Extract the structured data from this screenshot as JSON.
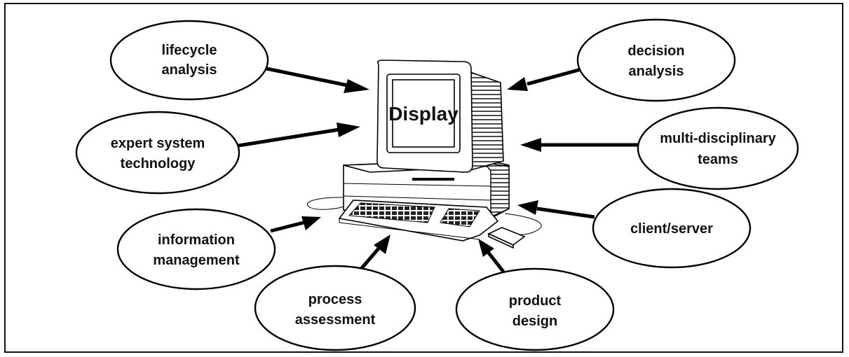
{
  "center_label": "Display",
  "nodes": [
    {
      "id": "lifecycle-analysis",
      "lines": [
        "lifecycle",
        "analysis"
      ]
    },
    {
      "id": "expert-system-technology",
      "lines": [
        "expert system",
        "technology"
      ]
    },
    {
      "id": "information-management",
      "lines": [
        "information",
        "management"
      ]
    },
    {
      "id": "process-assessment",
      "lines": [
        "process",
        "assessment"
      ]
    },
    {
      "id": "product-design",
      "lines": [
        "product",
        "design"
      ]
    },
    {
      "id": "client-server",
      "lines": [
        "client/server"
      ]
    },
    {
      "id": "multi-disciplinary-teams",
      "lines": [
        "multi-disciplinary",
        "teams"
      ]
    },
    {
      "id": "decision-analysis",
      "lines": [
        "decision",
        "analysis"
      ]
    }
  ]
}
